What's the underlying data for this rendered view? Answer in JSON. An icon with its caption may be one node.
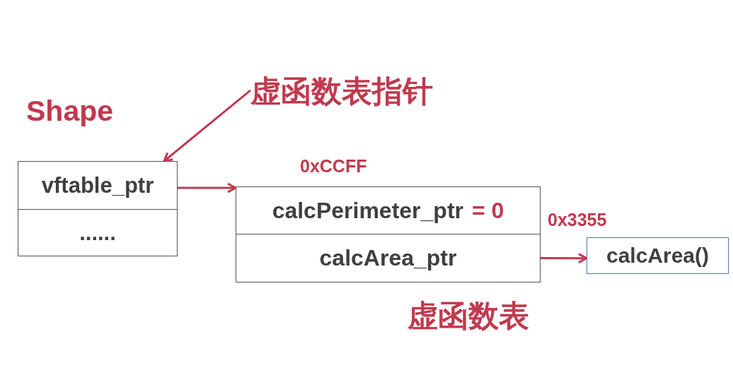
{
  "diagram": {
    "nodes": [
      {
        "text": [
          "vftable_ptr"
        ]
      },
      {
        "text": [
          "......"
        ]
      },
      {
        "text": [
          "calcPerimeter_ptr",
          "= 0"
        ]
      },
      {
        "text": [
          "calcArea_ptr"
        ]
      },
      {
        "text": [
          "calcArea()"
        ]
      },
      {
        "text": [
          "虚函数表指针"
        ]
      }
    ],
    "edges": [
      {
        "from": 5,
        "to": 0,
        "arrow": "to"
      },
      {
        "from": 0,
        "to": 2,
        "arrow": "to"
      },
      {
        "from": 3,
        "to": 4,
        "arrow": "to"
      }
    ],
    "labels": [
      "Shape",
      "0xCCFF",
      "0x3355",
      "虚函数表"
    ]
  }
}
